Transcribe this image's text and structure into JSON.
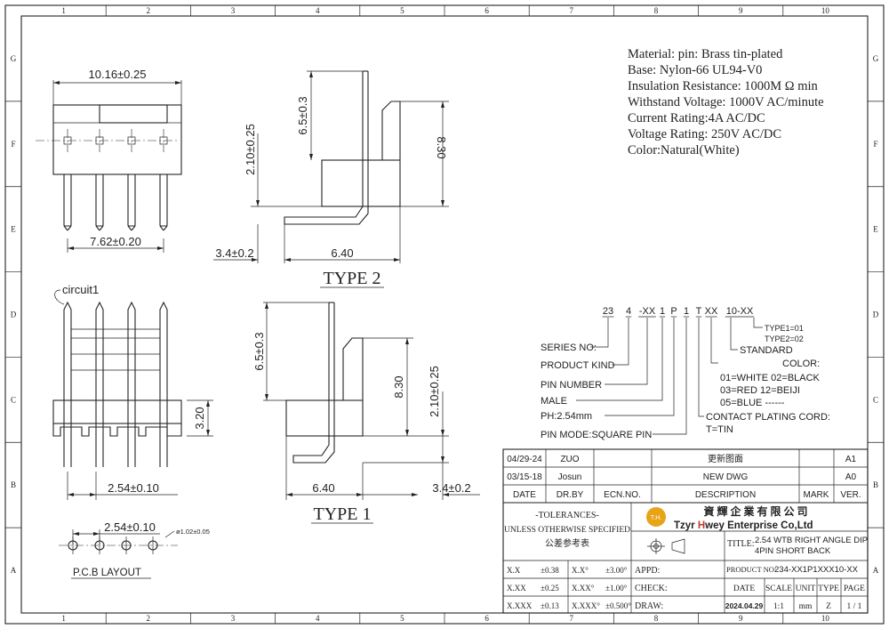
{
  "border": {
    "columns": [
      "1",
      "2",
      "3",
      "4",
      "5",
      "6",
      "7",
      "8",
      "9",
      "10"
    ],
    "rows": [
      "G",
      "F",
      "E",
      "D",
      "C",
      "B",
      "A"
    ]
  },
  "top_view": {
    "width_dim": "10.16±0.25",
    "pitch_dim": "7.62±0.20"
  },
  "type2": {
    "dim_6_5": "6.5±0.3",
    "dim_2_10": "2.10±0.25",
    "dim_8_30": "8.30",
    "dim_3_4": "3.4±0.2",
    "dim_6_40": "6.40",
    "label": "TYPE 2"
  },
  "front_view": {
    "circuit": "circuit1",
    "dim_3_20": "3.20",
    "dim_pitch": "2.54±0.10"
  },
  "type1": {
    "dim_6_5": "6.5±0.3",
    "dim_8_30": "8.30",
    "dim_2_10": "2.10±0.25",
    "dim_6_40": "6.40",
    "dim_3_4": "3.4±0.2",
    "label": "TYPE 1"
  },
  "pcb": {
    "pitch": "2.54±0.10",
    "hole": "ø1.02±0.05",
    "label": "P.C.B  LAYOUT"
  },
  "specs": [
    "Material: pin: Brass tin-plated",
    "Base: Nylon-66 UL94-V0",
    "Insulation Resistance: 1000M Ω  min",
    "Withstand Voltage: 1000V AC/minute",
    "Current Rating:4A AC/DC",
    "Voltage Rating: 250V AC/DC",
    "Color:Natural(White)"
  ],
  "part_code": {
    "segments": [
      "23",
      "4",
      "-XX",
      "1",
      "P",
      "1",
      "T",
      "XX",
      "10-XX"
    ],
    "series": "SERIES NO:",
    "kind": "PRODUCT KIND",
    "pin_number": "PIN NUMBER",
    "male": "MALE",
    "ph": "PH:2.54mm",
    "pin_mode": "PIN MODE:SQUARE PIN",
    "type1": "TYPE1=01",
    "type2": "TYPE2=02",
    "standard": "STANDARD",
    "color": "COLOR:",
    "color1": "01=WHITE  02=BLACK",
    "color2": "03=RED    12=BEIJI",
    "color3": "05=BLUE  ------",
    "plating": "CONTACT PLATING CORD:",
    "tin": "T=TIN"
  },
  "revisions": [
    {
      "date": "04/29-24",
      "by": "ZUO",
      "ecn": "",
      "desc": "更新图面",
      "mark": "",
      "ver": "A1"
    },
    {
      "date": "03/15-18",
      "by": "Josun",
      "ecn": "",
      "desc": "NEW DWG",
      "mark": "",
      "ver": "A0"
    }
  ],
  "rev_header": {
    "date": "DATE",
    "by": "DR.BY",
    "ecn": "ECN.NO.",
    "desc": "DESCRIPTION",
    "mark": "MARK",
    "ver": "VER."
  },
  "tolerances": {
    "title": "-TOLERANCES-",
    "unless": "UNLESS OTHERWISE SPECIFIED",
    "cn": "公差参考表",
    "rows": [
      {
        "a": "X.X",
        "b": "±0.38",
        "c": "X.X°",
        "d": "±3.00°"
      },
      {
        "a": "X.XX",
        "b": "±0.25",
        "c": "X.XX°",
        "d": "±1.00°"
      },
      {
        "a": "X.XXX",
        "b": "±0.13",
        "c": "X.XXX°",
        "d": "±0.500°"
      }
    ]
  },
  "company": {
    "cn": "資 輝 企 業 有 限 公 司",
    "en1": "Tzyr ",
    "en_h": "H",
    "en2": "wey Enterprise Co,Ltd",
    "logo": "T.H."
  },
  "title_block": {
    "title_label": "TITLE:",
    "title_1": "2.54 WTB RIGHT ANGLE DIP",
    "title_2": "4PIN SHORT BACK",
    "appd": "APPD:",
    "check": "CHECK:",
    "draw": "DRAW:",
    "product_label": "PRODUCT NO:",
    "product_no": "234-XX1P1XXX10-XX",
    "date_h": "DATE",
    "scale_h": "SCALE",
    "unit_h": "UNIT",
    "type_h": "TYPE",
    "page_h": "PAGE",
    "date": "2024.04.29",
    "scale": "1:1",
    "unit": "mm",
    "type": "Z",
    "page": "1 / 1"
  },
  "colors": {
    "line": "#222222",
    "logo": "#e8a317",
    "accent": "#c0392b"
  }
}
